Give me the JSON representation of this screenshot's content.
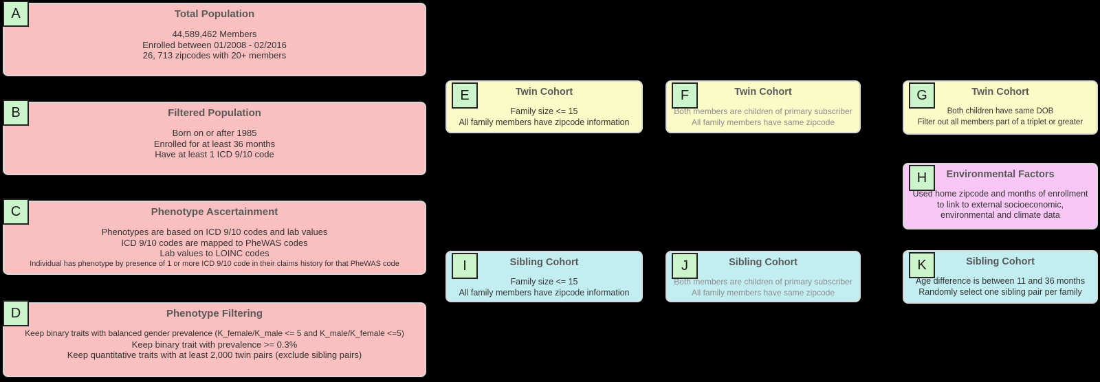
{
  "colors": {
    "background": "#000000",
    "pink": "#fac0c0",
    "yellow": "#fbfbc8",
    "cyan": "#c2eef2",
    "magenta": "#f8c7f6",
    "label_green": "#ccf5cc",
    "box_border": "#d9d9d9",
    "title_text": "#595959",
    "body_text": "#333333",
    "muted_text": "#8c8c8c"
  },
  "boxes": [
    {
      "label": "A",
      "title": "Total Population",
      "lines": [
        "44,589,462 Members",
        "Enrolled between 01/2008 - 02/2016",
        "26, 713 zipcodes with 20+ members"
      ]
    },
    {
      "label": "B",
      "title": "Filtered Population",
      "lines": [
        "Born on or after 1985",
        "Enrolled for at least 36 months",
        "Have at least 1 ICD 9/10 code"
      ]
    },
    {
      "label": "C",
      "title": "Phenotype Ascertainment",
      "lines": [
        "Phenotypes are based on ICD 9/10 codes and lab values",
        "ICD 9/10 codes are mapped to PheWAS codes",
        "Lab values to LOINC codes",
        "Individual has phenotype by presence of 1 or more ICD 9/10 code in their claims history for that PheWAS code"
      ]
    },
    {
      "label": "D",
      "title": "Phenotype Filtering",
      "lines": [
        "Keep binary traits with balanced gender prevalence (K_female/K_male <= 5 and K_male/K_female <=5)",
        "Keep binary trait with prevalence >= 0.3%",
        "Keep quantitative traits with at least 2,000 twin pairs (exclude sibling pairs)"
      ]
    },
    {
      "label": "E",
      "title": "Twin Cohort",
      "lines": [
        "Family size <= 15",
        "All family members have zipcode information"
      ]
    },
    {
      "label": "F",
      "title": "Twin Cohort",
      "lines": [
        "Both members are children of primary subscriber",
        "All family members have same zipcode"
      ]
    },
    {
      "label": "G",
      "title": "Twin Cohort",
      "lines": [
        "Both children have same DOB",
        "Filter out all members part of a triplet or greater"
      ]
    },
    {
      "label": "H",
      "title": "Environmental Factors",
      "lines": [
        "Used home zipcode and months of enrollment to link to external socioeconomic, environmental and climate data"
      ]
    },
    {
      "label": "I",
      "title": "Sibling Cohort",
      "lines": [
        "Family size <= 15",
        "All family members have zipcode information"
      ]
    },
    {
      "label": "J",
      "title": "Sibling Cohort",
      "lines": [
        "Both members are children of primary subscriber",
        "All family members have same zipcode"
      ]
    },
    {
      "label": "K",
      "title": "Sibling Cohort",
      "lines": [
        "Age difference is between 11 and 36 months",
        "Randomly select one sibling pair per family"
      ]
    }
  ]
}
